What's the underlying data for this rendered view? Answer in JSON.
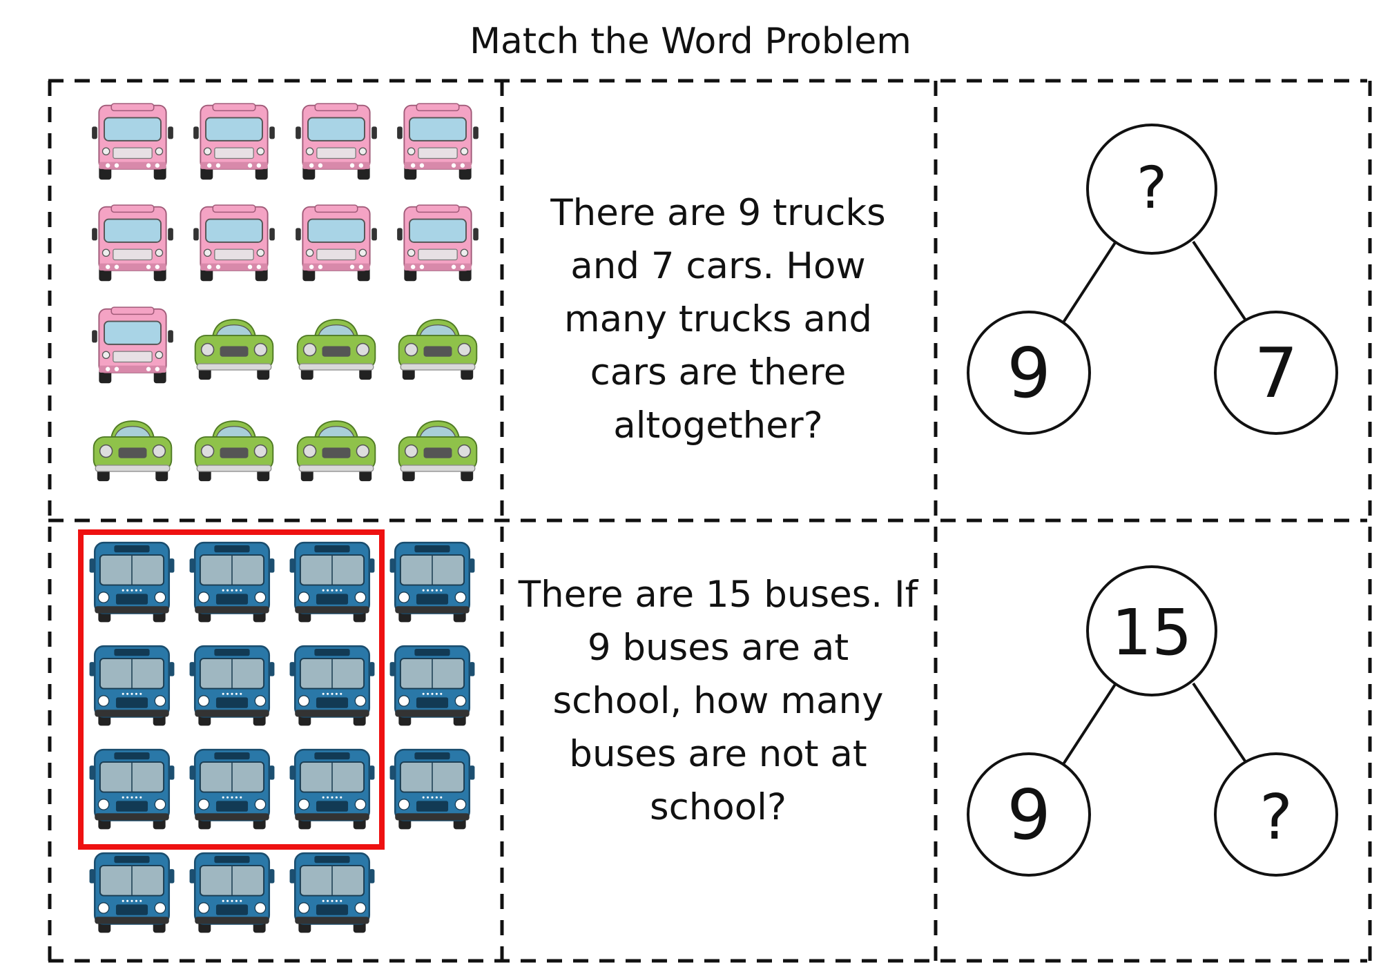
{
  "worksheet": {
    "title": "Match the Word Problem"
  },
  "rows": [
    {
      "pictures": [
        "truck",
        "truck",
        "truck",
        "truck",
        "truck",
        "truck",
        "truck",
        "truck",
        "truck",
        "car",
        "car",
        "car",
        "car",
        "car",
        "car",
        "car"
      ],
      "problem": "There are 9 trucks and 7 cars. How many trucks and cars are there altogether?",
      "problem_lines": [
        "There are 9 trucks",
        "and 7 cars. How",
        "many trucks and",
        "cars are there",
        "altogether?"
      ],
      "number_bond": {
        "whole": "?",
        "part_left": "9",
        "part_right": "7"
      }
    },
    {
      "pictures": [
        "bus",
        "bus",
        "bus",
        "bus",
        "bus",
        "bus",
        "bus",
        "bus",
        "bus",
        "bus",
        "bus",
        "bus",
        "bus",
        "bus",
        "bus"
      ],
      "problem": "There are 15 buses. If 9 buses are at school, how many buses are not at school?",
      "problem_lines": [
        "There are 15 buses. If",
        "9 buses are at",
        "school, how many",
        "buses are not at",
        "school?"
      ],
      "number_bond": {
        "whole": "15",
        "part_left": "9",
        "part_right": "?"
      }
    }
  ],
  "colors": {
    "truck": "#f4a3c4",
    "car": "#8fc24a",
    "bus": "#2a78a8",
    "highlight": "#ee1111",
    "dashed_border": "#111111"
  }
}
